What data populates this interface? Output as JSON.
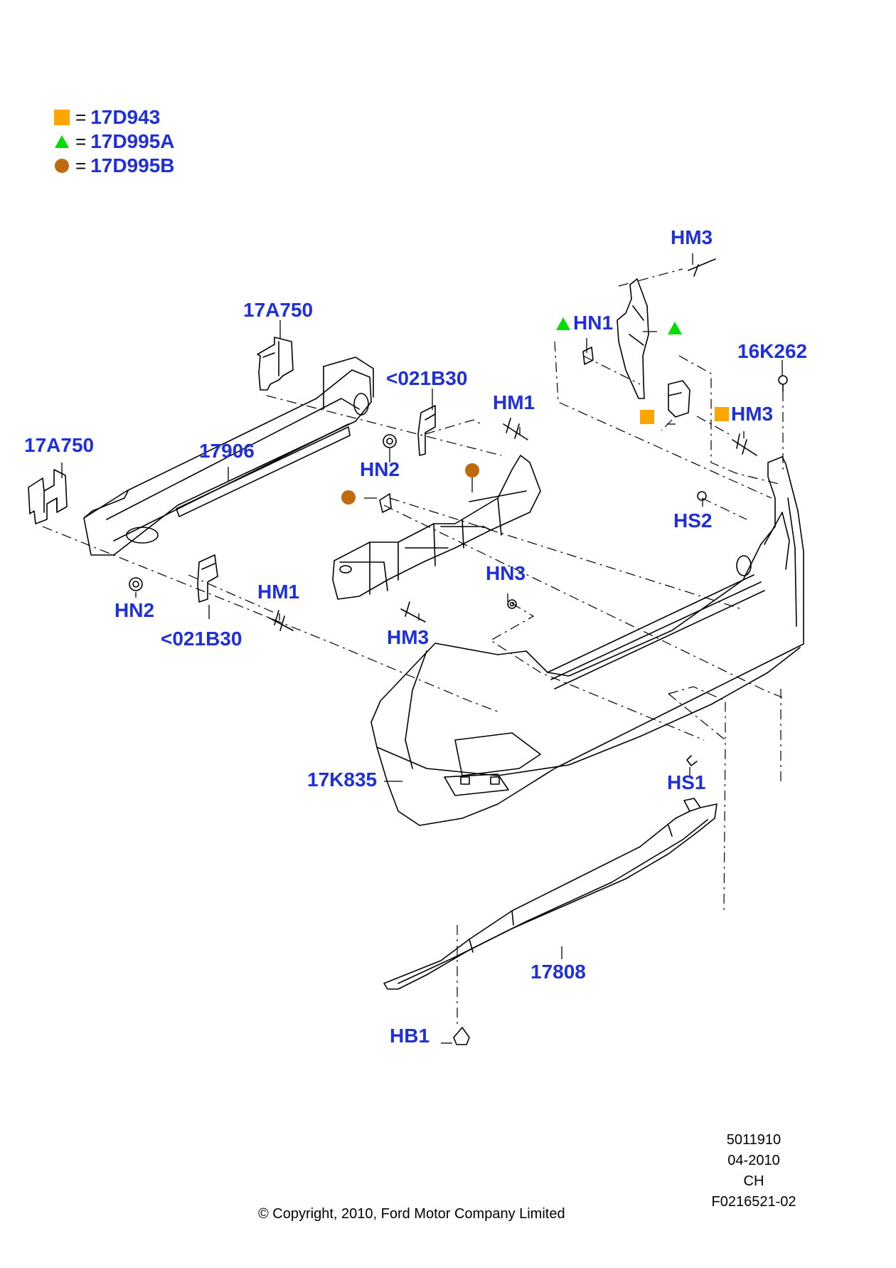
{
  "legend": [
    {
      "symbol": "square",
      "color": "#ffa500",
      "equals": "=",
      "code": "17D943"
    },
    {
      "symbol": "triangle",
      "color": "#00dd00",
      "equals": "=",
      "code": "17D995A"
    },
    {
      "symbol": "circle",
      "color": "#c06a10",
      "equals": "=",
      "code": "17D995B"
    }
  ],
  "labels": {
    "hm3_top": "HM3",
    "a750_top": "17A750",
    "hn1": "HN1",
    "k262": "16K262",
    "b30_top": "<021B30",
    "hm1_right": "HM1",
    "hm3_right": "HM3",
    "a750_left": "17A750",
    "p17906": "17906",
    "hn2_mid": "HN2",
    "hs2": "HS2",
    "hn3": "HN3",
    "hm1_left": "HM1",
    "hn2_left": "HN2",
    "b30_bottom": "<021B30",
    "hm3_bottom": "HM3",
    "k835": "17K835",
    "hs1": "HS1",
    "p17808": "17808",
    "hb1": "HB1"
  },
  "marker_colors": {
    "square": "#ffa500",
    "triangle": "#00dd00",
    "circle": "#c06a10"
  },
  "footer": {
    "id": "5011910",
    "date": "04-2010",
    "region": "CH",
    "figure": "F0216521-02",
    "copyright": "© Copyright, 2010, Ford Motor Company Limited"
  }
}
